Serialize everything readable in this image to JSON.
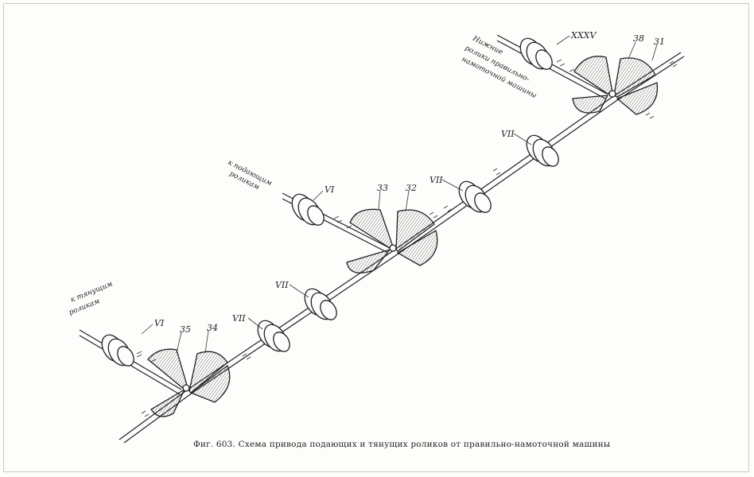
{
  "caption": "Фиг. 603. Схема привода подающих и тянущих роликов от правильно-намоточной машины",
  "labels": {
    "top_note": [
      "Нижние",
      "ролики правильно-",
      "намоточной машины"
    ],
    "mid_note": [
      "к подающим",
      "роликам"
    ],
    "low_note": [
      "к тянущим",
      "роликам"
    ],
    "shaft_xxxv": "XXXV",
    "shaft_vi_mid": "VI",
    "shaft_vi_low": "VI",
    "shaft_vii_1": "VII",
    "shaft_vii_2": "VII",
    "shaft_vii_3": "VII",
    "shaft_vii_4": "VII",
    "gear_33": "33",
    "gear_32": "32",
    "gear_35": "35",
    "gear_34": "34",
    "gear_38": "38",
    "gear_31": "31"
  },
  "colors": {
    "ink": "#222222",
    "paper": "#fdfdfb"
  }
}
